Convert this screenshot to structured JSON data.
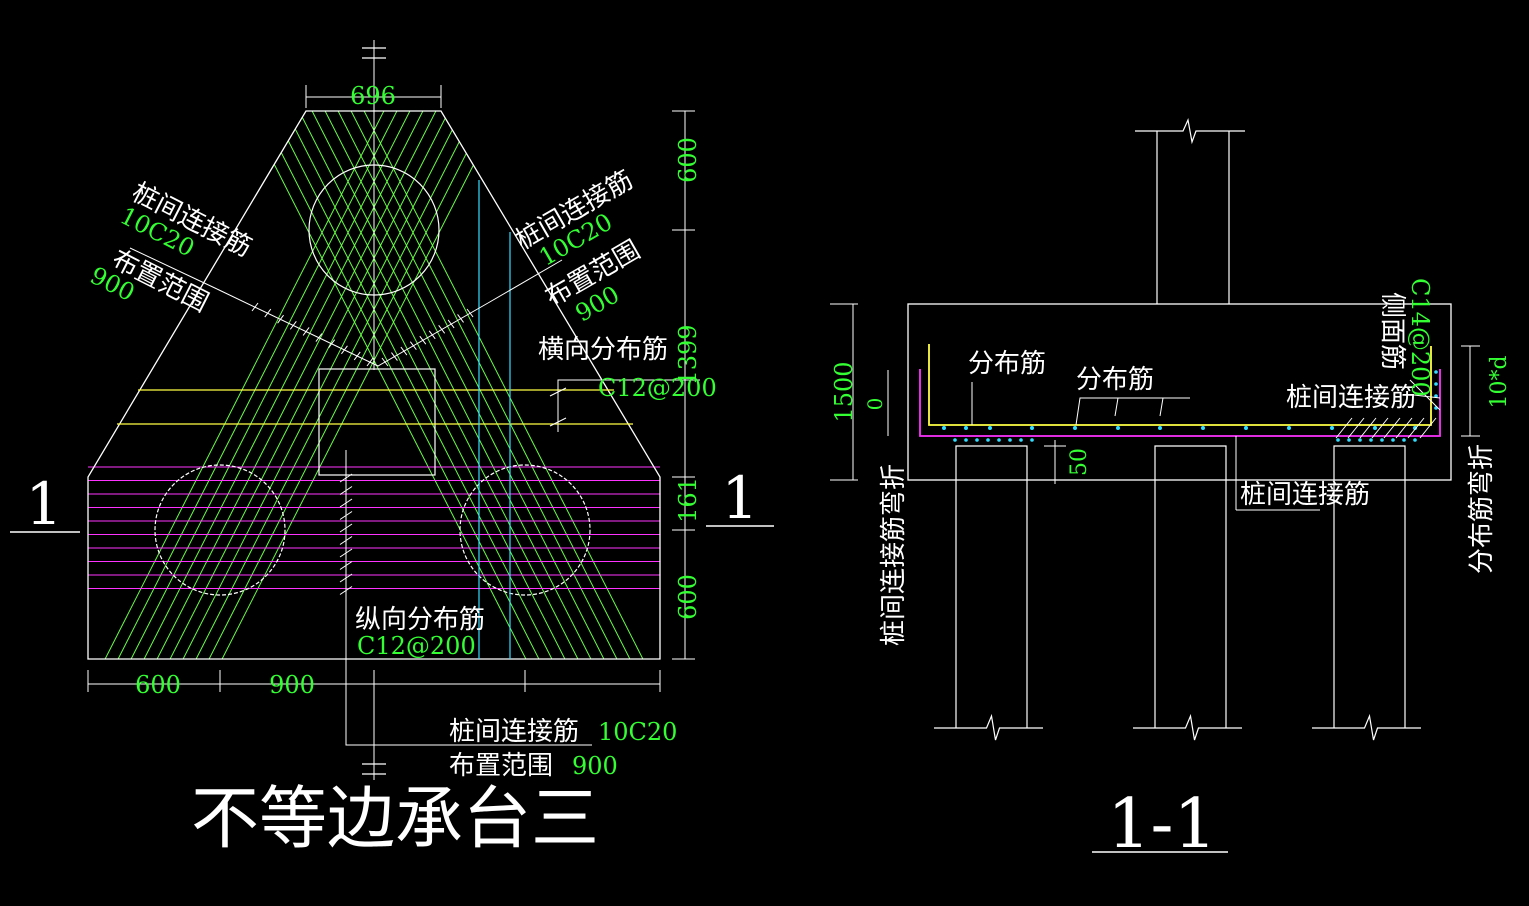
{
  "colors": {
    "background": "#000000",
    "outline": "#ffffff",
    "rebar_green": "#66ff44",
    "dimension_green": "#33ff33",
    "rebar_magenta": "#ff33ff",
    "rebar_yellow": "#ffff44",
    "rebar_cyan": "#33ddff"
  },
  "plan": {
    "title": "不等边承台三",
    "section_mark_left": "1",
    "section_mark_right": "1",
    "dim_top": "696",
    "dim_right_1": "600",
    "dim_right_2": "1399",
    "dim_right_3": "161",
    "dim_right_4": "600",
    "dim_bottom_1": "600",
    "dim_bottom_2": "900",
    "left_label_name": "桩间连接筋",
    "left_label_spec": "10C20",
    "left_label_range_name": "布置范围",
    "left_label_range_value": "900",
    "right_label_name": "桩间连接筋",
    "right_label_spec": "10C20",
    "right_label_range_name": "布置范围",
    "right_label_range_value": "900",
    "transverse_name": "横向分布筋",
    "transverse_spec": "C12@200",
    "longitudinal_name": "纵向分布筋",
    "longitudinal_spec": "C12@200",
    "bottom_label_name": "桩间连接筋",
    "bottom_label_spec": "10C20",
    "bottom_label_range_name": "布置范围",
    "bottom_label_range_value": "900"
  },
  "section": {
    "title": "1-1",
    "dim_height": "1500",
    "dim_zero": "0",
    "dim_50": "50",
    "dim_10d": "10*d",
    "label_dist_1": "分布筋",
    "label_dist_2": "分布筋",
    "label_side_name": "侧面筋",
    "label_side_spec": "C14@200",
    "label_connect_1": "桩间连接筋",
    "label_connect_2": "桩间连接筋",
    "label_connect_bend": "桩间连接筋弯折",
    "label_dist_bend": "分布筋弯折"
  }
}
